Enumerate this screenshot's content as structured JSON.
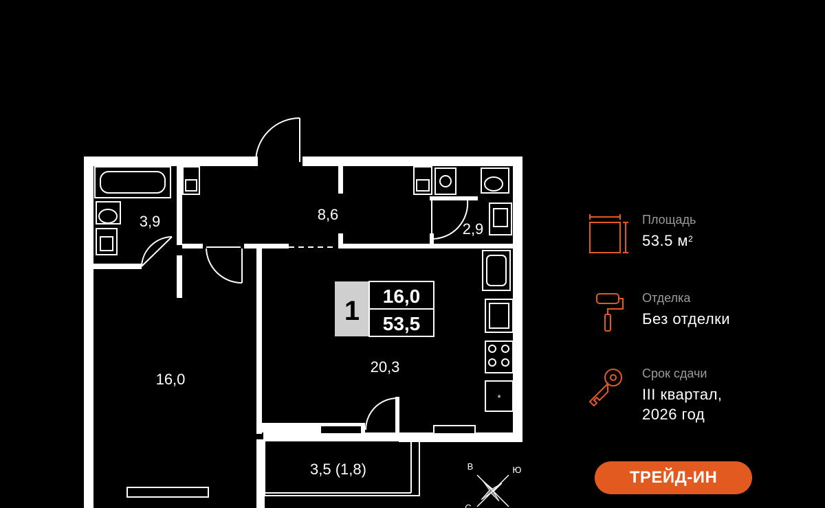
{
  "plan": {
    "rooms": [
      {
        "id": "bath-left",
        "area": "3,9"
      },
      {
        "id": "hall",
        "area": "8,6"
      },
      {
        "id": "bath-right",
        "area": "2,9"
      },
      {
        "id": "bedroom",
        "area": "16,0"
      },
      {
        "id": "living-kitchen",
        "area": "20,3"
      },
      {
        "id": "balcony",
        "area": "3,5 (1,8)"
      }
    ],
    "badge": {
      "rooms": "1",
      "living_area": "16,0",
      "total_area": "53,5"
    },
    "compass": {
      "east": "В",
      "south": "Ю",
      "other": "С"
    }
  },
  "info": {
    "area": {
      "label": "Площадь",
      "value": "53.5 м",
      "unit_sup": "2",
      "icon": "area-square-icon"
    },
    "finish": {
      "label": "Отделка",
      "value": "Без отделки",
      "icon": "paint-roller-icon"
    },
    "deadline": {
      "label": "Срок сдачи",
      "value_line1": "III квартал,",
      "value_line2": "2026 год",
      "icon": "key-icon"
    }
  },
  "trade_in_button": "ТРЕЙД-ИН",
  "colors": {
    "accent": "#e35a21",
    "background": "#000000",
    "walls": "#ffffff",
    "badge_bg": "#cfcfcf",
    "label_gray": "#9a9a9a"
  }
}
